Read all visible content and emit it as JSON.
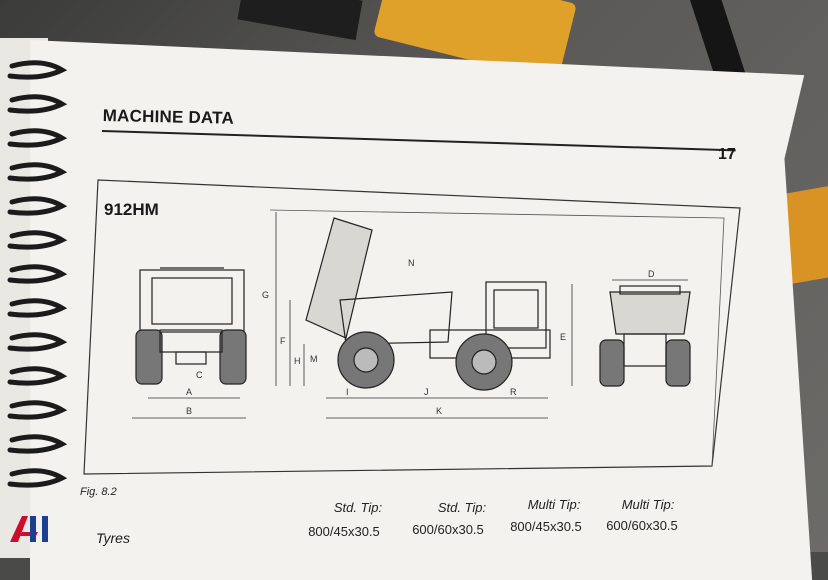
{
  "header": {
    "title": "MACHINE DATA",
    "page_number": "17"
  },
  "diagram": {
    "model": "912HM",
    "figure_caption": "Fig. 8.2",
    "front_view_labels": [
      "A",
      "B",
      "C"
    ],
    "side_view_labels": [
      "G",
      "F",
      "H",
      "M",
      "N",
      "E",
      "I",
      "J",
      "R",
      "K"
    ],
    "rear_view_labels": [
      "D"
    ]
  },
  "tyre_table": {
    "row_label": "Tyres",
    "columns": [
      {
        "header": "Std. Tip:",
        "value": "800/45x30.5"
      },
      {
        "header": "Std. Tip:",
        "value": "600/60x30.5"
      },
      {
        "header": "Multi Tip:",
        "value": "800/45x30.5"
      },
      {
        "header": "Multi Tip:",
        "value": "600/60x30.5"
      }
    ]
  },
  "colors": {
    "paper": "#f3f2ee",
    "ink": "#1a1a1a",
    "binding": "#1b1b1b",
    "background_yellow": "#e0a12a"
  }
}
